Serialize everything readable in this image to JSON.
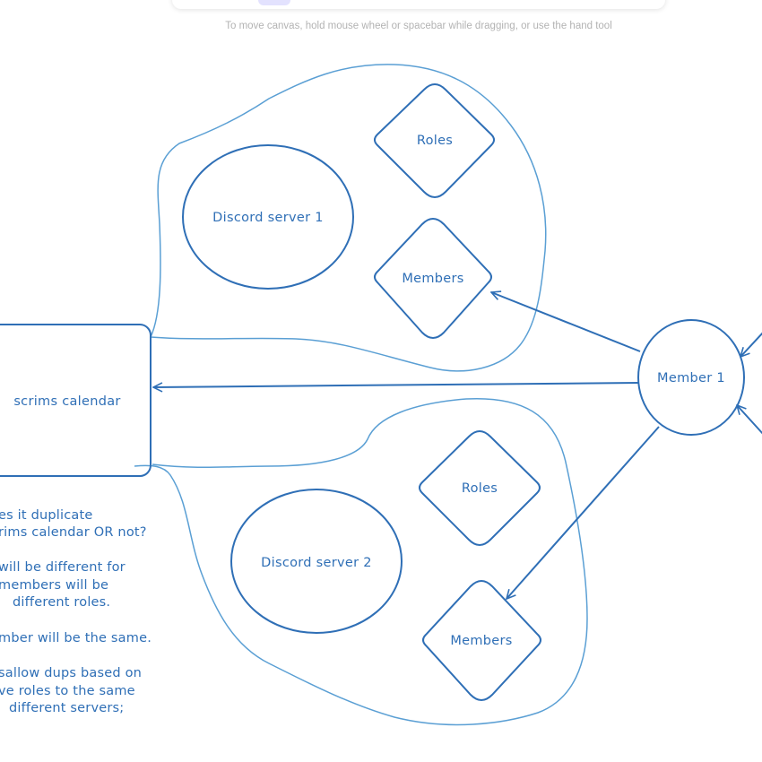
{
  "hint": "To move canvas, hold mouse wheel or spacebar while dragging, or use the hand tool",
  "colors": {
    "stroke": "#2f6fb6",
    "group": "#5a9fd4"
  },
  "nodes": {
    "server1": "Discord server 1",
    "server2": "Discord server 2",
    "roles1": "Roles",
    "members1": "Members",
    "roles2": "Roles",
    "members2": "Members",
    "member": "Member 1",
    "calendar": "scrims calendar"
  },
  "notes": [
    "es it duplicate",
    "rims calendar OR not?",
    "",
    "will be different for",
    "members will be",
    "different roles.",
    "",
    "mber will be the same.",
    "",
    "sallow dups based on",
    "ve roles to the same",
    "different servers;"
  ]
}
